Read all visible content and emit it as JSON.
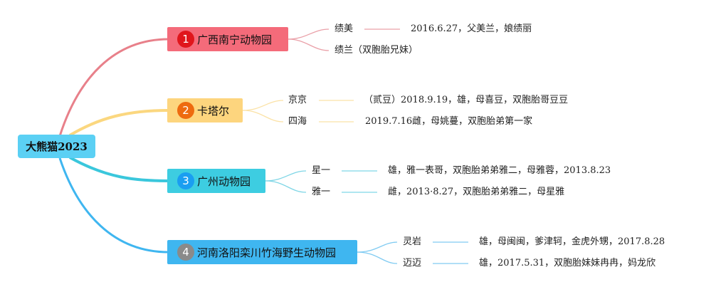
{
  "root": {
    "label": "大熊猫2023"
  },
  "branches": [
    {
      "num": "1",
      "label": "广西南宁动物园",
      "children": [
        {
          "label": "绩美",
          "detail": "2016.6.27，父美兰，娘绩丽"
        },
        {
          "label": "绩兰（双胞胎兄妹）"
        }
      ]
    },
    {
      "num": "2",
      "label": "卡塔尔",
      "children": [
        {
          "label": "京京",
          "detail": "（贰豆）2018.9.19，雄，母喜豆，双胞胎哥豆豆"
        },
        {
          "label": "四海",
          "detail": "2019.7.16雌，母姚蔓，双胞胎弟第一家"
        }
      ]
    },
    {
      "num": "3",
      "label": "广州动物园",
      "children": [
        {
          "label": "星一",
          "detail": "雄，雅一表哥，双胞胎弟弟雅二，母雅蓉，2013.8.23"
        },
        {
          "label": "雅一",
          "detail": "雌，2013·8.27，双胞胎弟弟雅二，母星雅"
        }
      ]
    },
    {
      "num": "4",
      "label": "河南洛阳栾川竹海野生动物园",
      "children": [
        {
          "label": "灵岩",
          "detail": "雄，母闽闽，爹津轲，金虎外甥，2017.8.28"
        },
        {
          "label": "迈迈",
          "detail": "雄，2017.5.31，双胞胎妹妹冉冉，妈龙欣"
        }
      ]
    }
  ],
  "colors": {
    "root": "#5bd0f4",
    "branch1": "#f46b7a",
    "branch2": "#fdd57e",
    "branch3": "#3dcde1",
    "branch4": "#3fb6f0"
  }
}
